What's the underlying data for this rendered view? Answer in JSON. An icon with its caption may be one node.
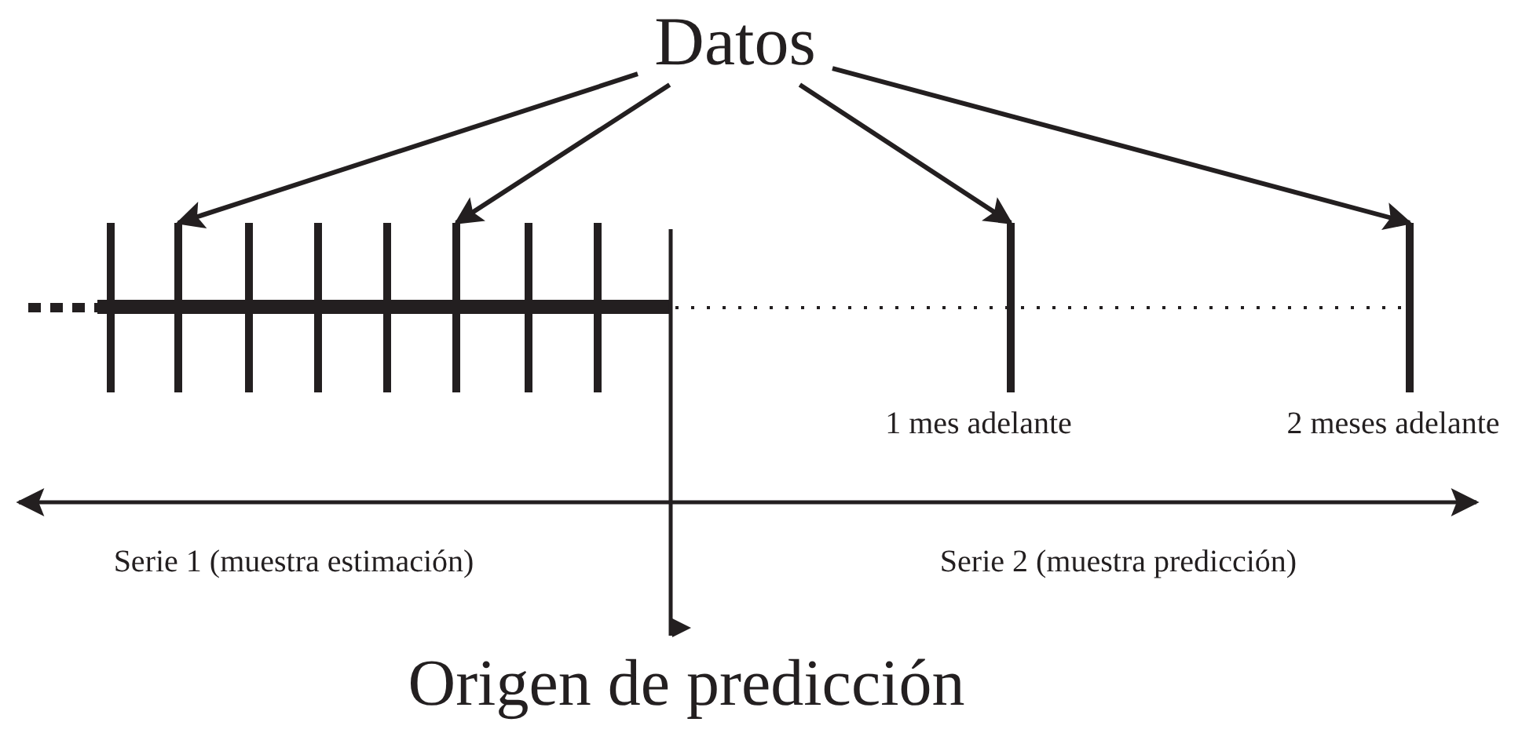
{
  "diagram": {
    "nodes": [
      {
        "text": [
          "Datos"
        ]
      },
      {
        "text": [],
        "shape": "bar"
      },
      {
        "text": [],
        "shape": "bar"
      },
      {
        "text": [],
        "shape": "bar",
        "beside": [
          "1 mes adelante"
        ]
      },
      {
        "text": [],
        "shape": "bar",
        "beside": [
          "2 meses adelante"
        ]
      }
    ],
    "edges": [
      {
        "from": 0,
        "to": 1,
        "arrow": "to"
      },
      {
        "from": 0,
        "to": 2,
        "arrow": "to"
      },
      {
        "from": 0,
        "to": 3,
        "arrow": "to"
      },
      {
        "from": 0,
        "to": 4,
        "arrow": "to"
      }
    ],
    "labels": [
      "Serie 1 (muestra estimación)",
      "Serie 2 (muestra predicción)",
      "Origen de predicción"
    ]
  }
}
